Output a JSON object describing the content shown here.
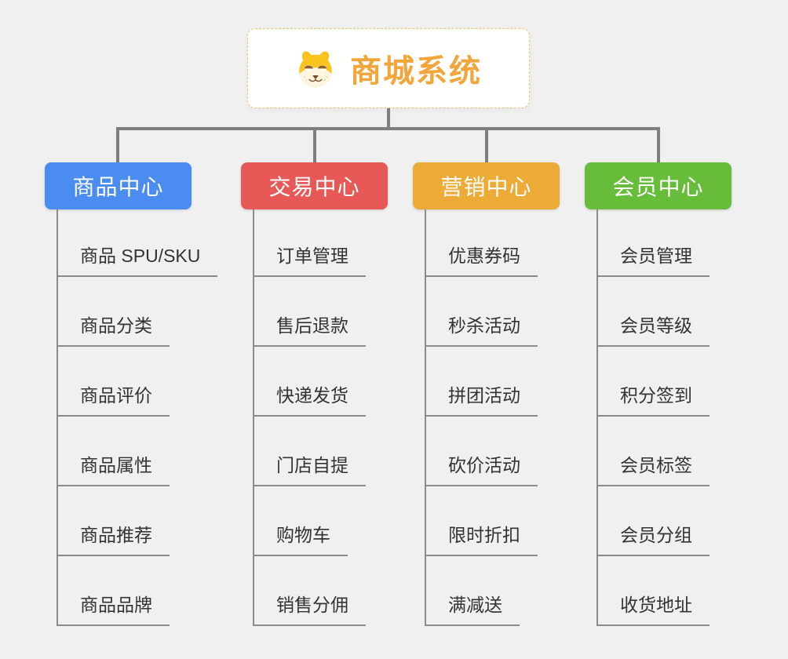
{
  "root": {
    "label": "商城系统",
    "text_color": "#f2a53a",
    "border_color": "#f3c26e",
    "icon": "dog-avatar-icon"
  },
  "branches": [
    {
      "label": "商品中心",
      "color": "#4a8cf0",
      "children": [
        "商品 SPU/SKU",
        "商品分类",
        "商品评价",
        "商品属性",
        "商品推荐",
        "商品品牌"
      ]
    },
    {
      "label": "交易中心",
      "color": "#e65956",
      "children": [
        "订单管理",
        "售后退款",
        "快递发货",
        "门店自提",
        "购物车",
        "销售分佣"
      ]
    },
    {
      "label": "营销中心",
      "color": "#ecab37",
      "children": [
        "优惠券码",
        "秒杀活动",
        "拼团活动",
        "砍价活动",
        "限时折扣",
        "满减送"
      ]
    },
    {
      "label": "会员中心",
      "color": "#67bd3a",
      "children": [
        "会员管理",
        "会员等级",
        "积分签到",
        "会员标签",
        "会员分组",
        "收货地址"
      ]
    }
  ],
  "colors": {
    "background": "#f0f0f0",
    "connector": "#7e7e7e",
    "leaf_line": "#8b8b8b",
    "leaf_text": "#333333"
  }
}
